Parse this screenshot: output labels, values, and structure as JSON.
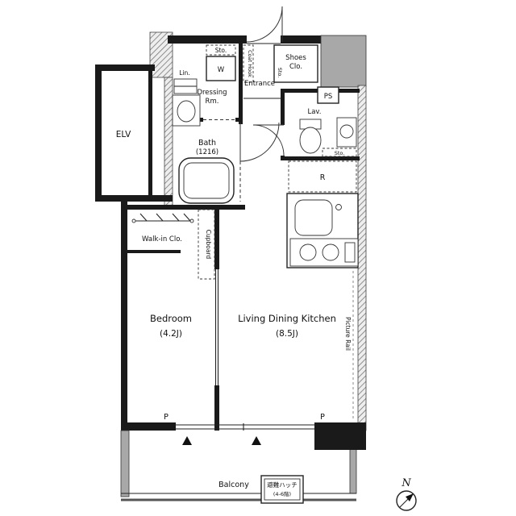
{
  "plan": {
    "elevator": "ELV",
    "entrance": "Entrance",
    "coat_hook": "Coat Hook",
    "shoes_line1": "Shoes",
    "shoes_line2": "Clo.",
    "sto_shoes": "Sto.",
    "sto_washer": "Sto.",
    "sto_lav": "Sto.",
    "washer": "W",
    "linen": "Lin.",
    "pipe_space": "PS",
    "dressing_line1": "Dressing",
    "dressing_line2": "Rm.",
    "bath_line1": "Bath",
    "bath_line2": "(1216)",
    "lavatory": "Lav.",
    "refrigerator": "R",
    "walk_in": "Walk-in Clo.",
    "cupboard": "Cupboard",
    "bedroom_line1": "Bedroom",
    "bedroom_line2": "(4.2J)",
    "ldk_line1": "Living Dining Kitchen",
    "ldk_line2": "(8.5J)",
    "picture_rail": "Picture Rail",
    "pillar_left": "P",
    "pillar_right": "P",
    "balcony": "Balcony",
    "evac_line1": "避難ハッチ",
    "evac_line2": "(4-6階)",
    "north": "N"
  },
  "colors": {
    "wall": "#1a1a1a",
    "column_grey": "#a8a8a8",
    "hatch_line": "#777777",
    "background": "#ffffff"
  }
}
